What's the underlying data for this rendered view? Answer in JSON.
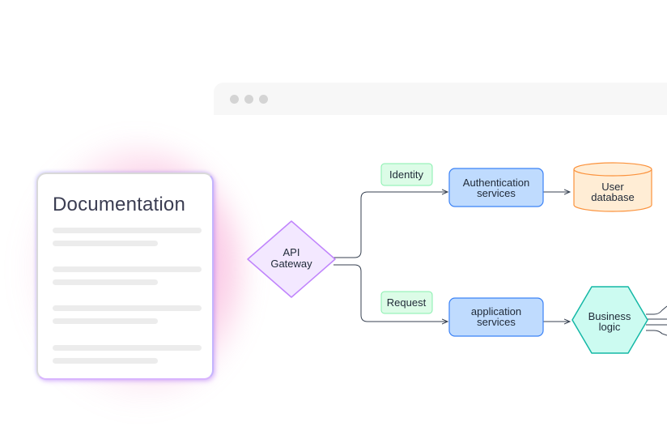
{
  "documentation": {
    "title": "Documentation"
  },
  "diagram": {
    "gateway": {
      "line1": "API",
      "line2": "Gateway"
    },
    "edge_labels": {
      "identity": "Identity",
      "request": "Request"
    },
    "auth_services": {
      "line1": "Authentication",
      "line2": "services"
    },
    "app_services": {
      "line1": "application",
      "line2": "services"
    },
    "user_database": {
      "line1": "User",
      "line2": "database"
    },
    "business_logic": {
      "line1": "Business",
      "line2": "logic"
    }
  },
  "colors": {
    "gateway_fill": "#f3e8ff",
    "gateway_stroke": "#c084fc",
    "label_fill": "#dcfce7",
    "label_stroke": "#86efac",
    "service_fill": "#bfdbfe",
    "service_stroke": "#3b82f6",
    "database_fill": "#ffedd5",
    "database_stroke": "#fb923c",
    "hexagon_fill": "#ccfbf1",
    "hexagon_stroke": "#14b8a6",
    "edge_color": "#374151"
  }
}
